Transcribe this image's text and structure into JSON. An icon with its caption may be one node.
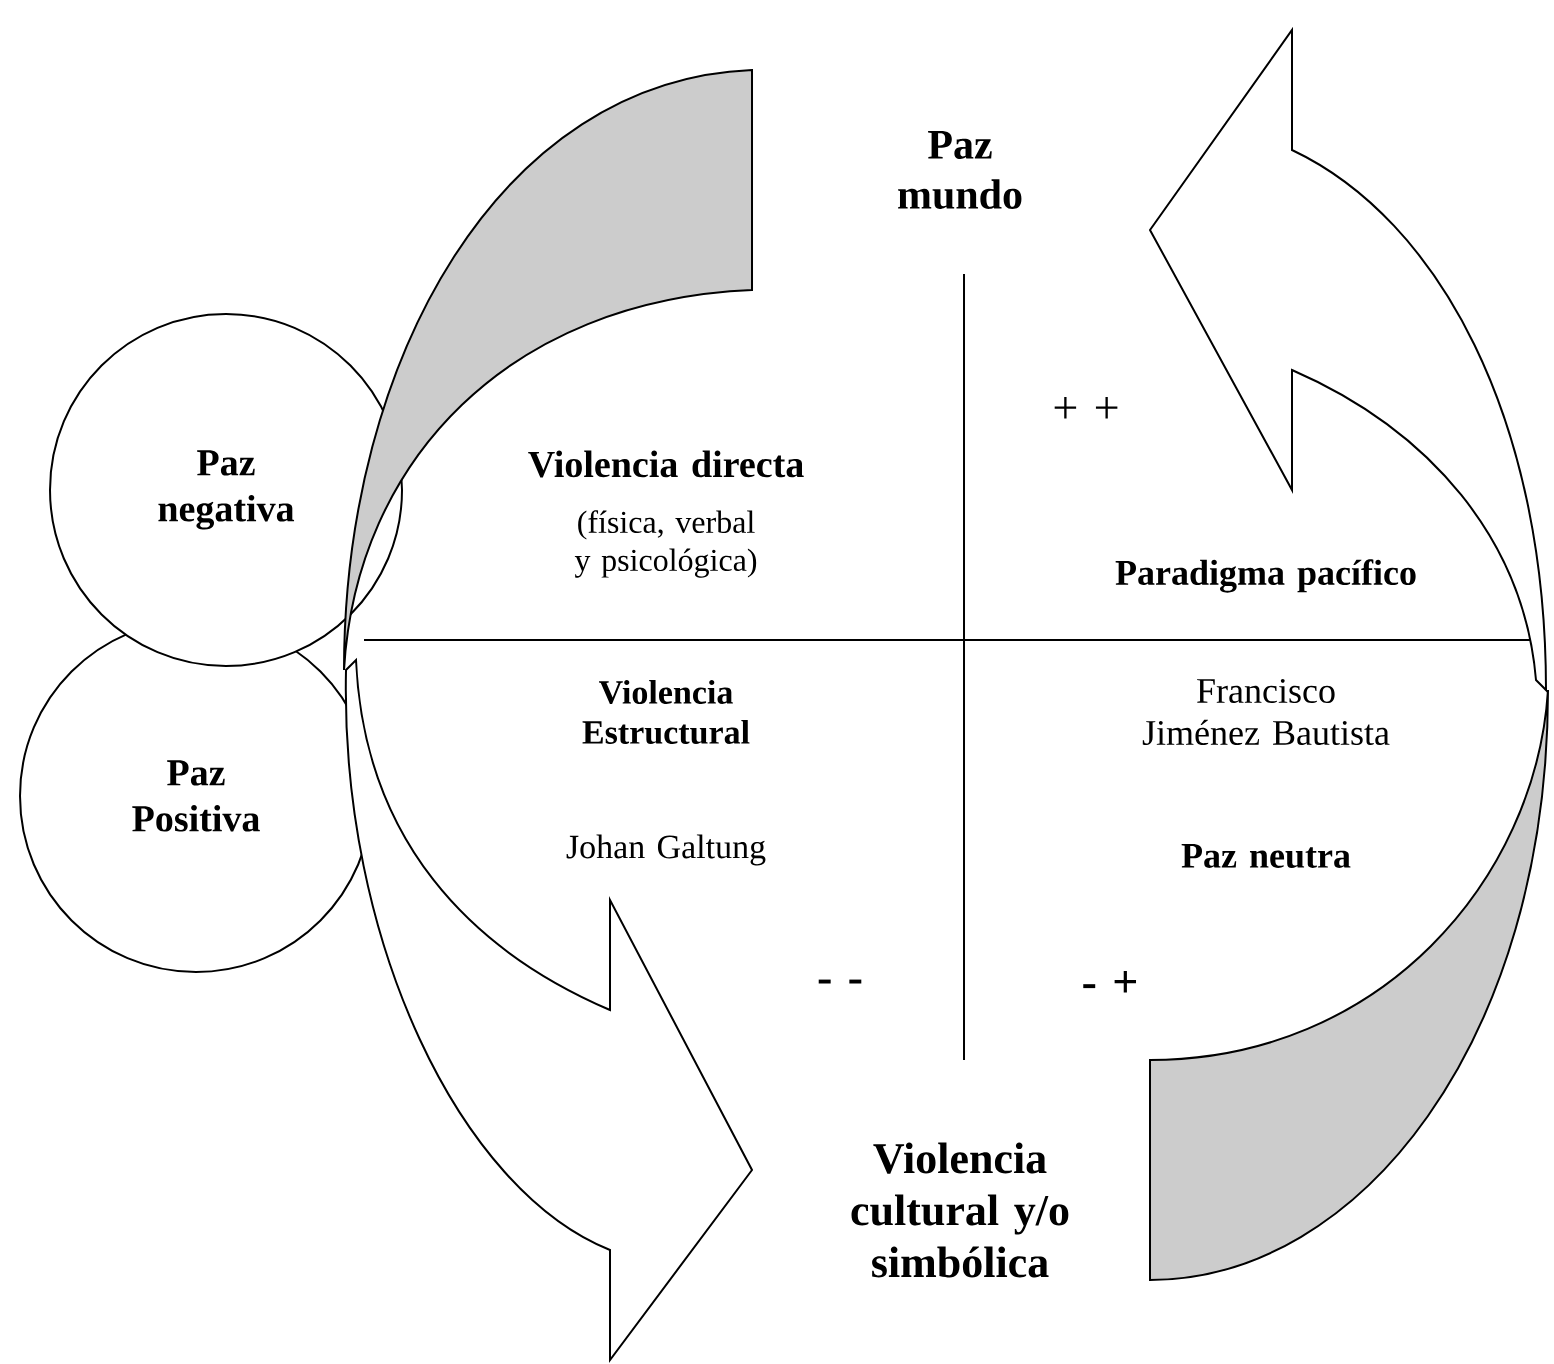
{
  "diagram": {
    "nodes": [
      {
        "text": [
          "Paz negativa"
        ]
      },
      {
        "text": [
          "Paz Positiva"
        ]
      }
    ],
    "labels": [
      "Paz mundo",
      "+ +",
      "Violencia directa",
      "(física, verbal y psicológica)",
      "Paradigma pacífico",
      "Violencia Estructural",
      "Francisco Jiménez Bautista",
      "Johan Galtung",
      "Paz neutra",
      "- -",
      "- +",
      "Violencia cultural y/o simbólica"
    ]
  }
}
